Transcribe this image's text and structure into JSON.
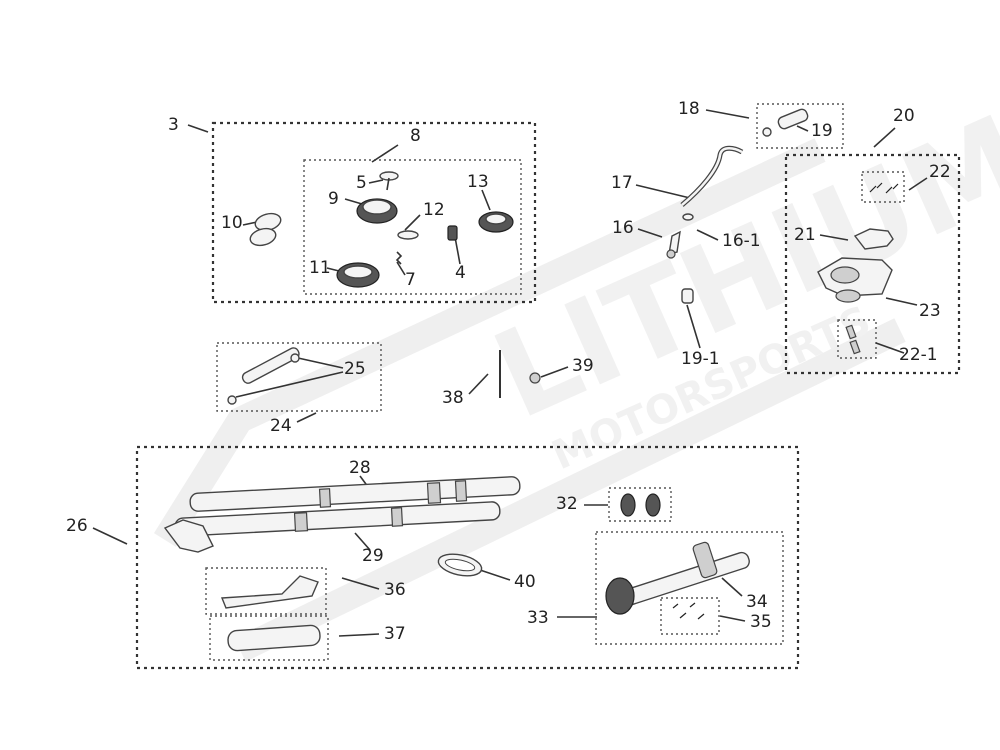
{
  "watermark": {
    "brand": "LITHIUM",
    "subtitle": "MOTORSPORTS"
  },
  "labels": {
    "l3": "3",
    "l8": "8",
    "l5": "5",
    "l9": "9",
    "l12": "12",
    "l13": "13",
    "l10": "10",
    "l11": "11",
    "l7": "7",
    "l4": "4",
    "l18": "18",
    "l19": "19",
    "l20": "20",
    "l17": "17",
    "l22": "22",
    "l16": "16",
    "l16_1": "16-1",
    "l21": "21",
    "l23": "23",
    "l19_1": "19-1",
    "l22_1": "22-1",
    "l25": "25",
    "l24": "24",
    "l38": "38",
    "l39": "39",
    "l26": "26",
    "l28": "28",
    "l29": "29",
    "l32": "32",
    "l36": "36",
    "l37": "37",
    "l40": "40",
    "l33": "33",
    "l34": "34",
    "l35": "35"
  }
}
